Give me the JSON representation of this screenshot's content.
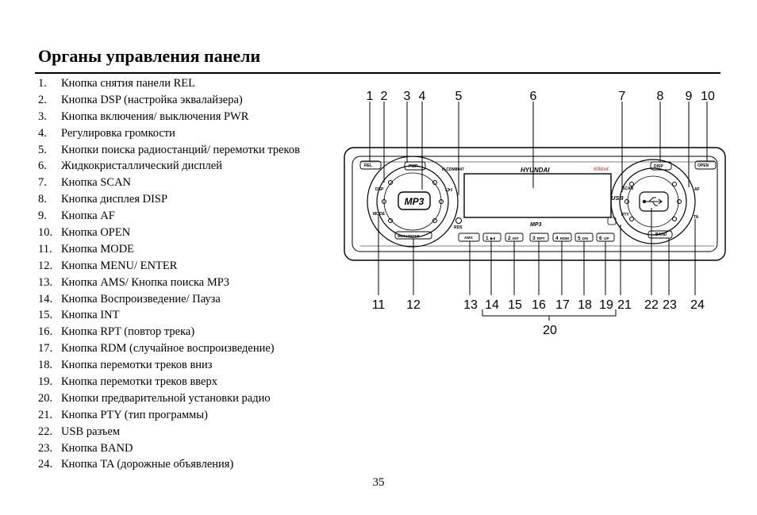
{
  "page": {
    "title": "Органы управления панели",
    "page_number": "35"
  },
  "items": [
    {
      "num": "1.",
      "text": "Кнопка снятия панели REL"
    },
    {
      "num": "2.",
      "text": "Кнопка DSP (настройка эквалайзера)"
    },
    {
      "num": "3.",
      "text": "Кнопка включения/ выключения PWR"
    },
    {
      "num": "4.",
      "text": "Регулировка громкости"
    },
    {
      "num": "5.",
      "text": "Кнопки поиска радиостанций/ перемотки треков"
    },
    {
      "num": "6.",
      "text": "Жидкокристаллический дисплей"
    },
    {
      "num": "7.",
      "text": "Кнопка SCAN"
    },
    {
      "num": "8.",
      "text": "Кнопка дисплея DISP"
    },
    {
      "num": "9.",
      "text": "Кнопка AF"
    },
    {
      "num": "10.",
      "text": "Кнопка OPEN"
    },
    {
      "num": "11.",
      "text": "Кнопка MODE"
    },
    {
      "num": "12.",
      "text": "Кнопка MENU/ ENTER"
    },
    {
      "num": "13.",
      "text": "Кнопка AMS/ Кнопка поиска MP3"
    },
    {
      "num": "14.",
      "text": "Кнопка Воспроизведение/ Пауза"
    },
    {
      "num": "15.",
      "text": "Кнопка INT"
    },
    {
      "num": "16.",
      "text": "Кнопка RPT (повтор трека)"
    },
    {
      "num": "17.",
      "text": "Кнопка RDM (случайное воспроизведение)"
    },
    {
      "num": "18.",
      "text": "Кнопка перемотки треков вниз"
    },
    {
      "num": "19.",
      "text": "Кнопка перемотки треков вверх"
    },
    {
      "num": "20.",
      "text": "Кнопки предварительной установки радио"
    },
    {
      "num": "21.",
      "text": "Кнопка PTY (тип программы)"
    },
    {
      "num": "22.",
      "text": "USB разъем"
    },
    {
      "num": "23.",
      "text": "Кнопка BAND"
    },
    {
      "num": "24.",
      "text": "Кнопка TA (дорожные объявления)"
    }
  ],
  "diagram": {
    "top_callouts": [
      "1",
      "2",
      "3",
      "4",
      "5",
      "6",
      "7",
      "8",
      "9",
      "10"
    ],
    "bottom_callouts": [
      "11",
      "12",
      "13",
      "14",
      "15",
      "16",
      "17",
      "18",
      "19",
      "21",
      "22",
      "23",
      "24"
    ],
    "group_callout": "20",
    "panel_labels": {
      "rel": "REL",
      "pwr": "PWR",
      "model": "H-CDM8047",
      "brand": "HYUNDAI",
      "power": "50Wx4",
      "disp": "DISP",
      "open": "OPEN",
      "dsp": "DSP",
      "mode": "MODE",
      "mp3_knob": "MP3",
      "menu_enter": "MENU/ENTER",
      "usb": "USB",
      "scan": "SCAN",
      "af": "AF",
      "pty": "PTY",
      "ta": "TA",
      "band": "BAND",
      "mp3_logo": "MP3",
      "rds": "RDS",
      "ams": "AMS"
    },
    "presets": [
      {
        "num": "1",
        "label": "▶II"
      },
      {
        "num": "2",
        "label": "INT"
      },
      {
        "num": "3",
        "label": "RPT"
      },
      {
        "num": "4",
        "label": "RDM"
      },
      {
        "num": "5",
        "label": "DN"
      },
      {
        "num": "6",
        "label": "UP"
      }
    ]
  }
}
